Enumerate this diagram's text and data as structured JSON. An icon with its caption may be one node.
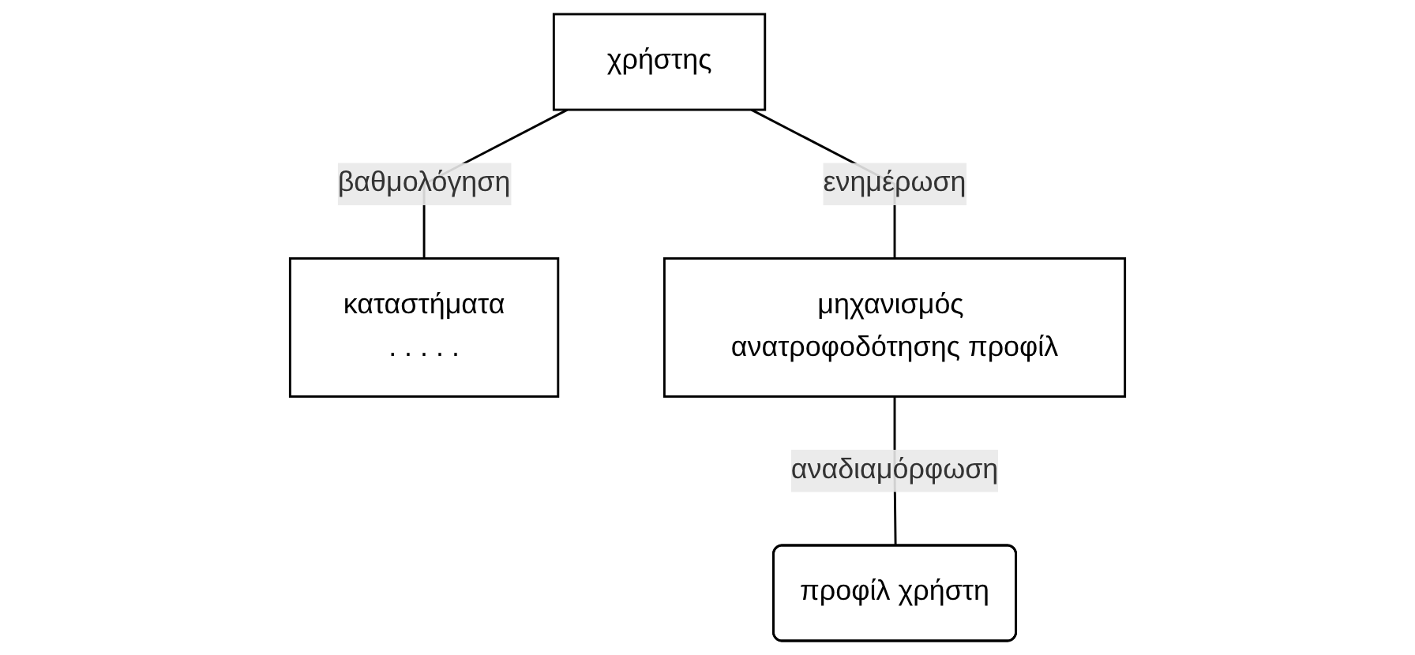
{
  "diagram": {
    "nodes": [
      {
        "text": [
          "χρήστης"
        ]
      },
      {
        "text": [
          "καταστήματα",
          ". . . . ."
        ]
      },
      {
        "text": [
          "μηχανισμός ανατροφοδότησης προφίλ"
        ]
      },
      {
        "text": [
          "προφίλ χρήστη"
        ]
      }
    ],
    "edges": [
      {
        "from": 0,
        "to": 1,
        "arrow": "none",
        "label": "βαθμολόγηση"
      },
      {
        "from": 0,
        "to": 2,
        "arrow": "none",
        "label": "ενημέρωση"
      },
      {
        "from": 2,
        "to": 3,
        "arrow": "none",
        "label": "αναδιαμόρφωση"
      }
    ]
  }
}
